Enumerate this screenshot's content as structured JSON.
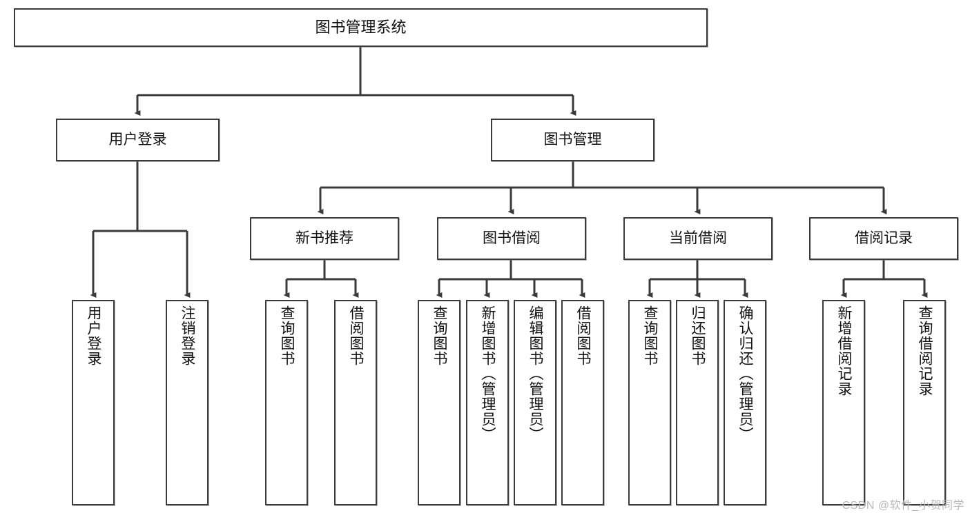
{
  "diagram": {
    "title": "图书管理系统",
    "type": "tree",
    "orientation": "top-down",
    "line_color": "#3a3a3a",
    "box_fill": "#ffffff",
    "text_color": "#111111"
  },
  "watermark": {
    "text": "CSDN @软件_小贺同学",
    "color": "#b8b8b8"
  },
  "nodes": {
    "root": {
      "label": "图书管理系统"
    },
    "level1": [
      {
        "id": "user-login",
        "label": "用户登录"
      },
      {
        "id": "book-manage",
        "label": "图书管理"
      }
    ],
    "level2": [
      {
        "id": "new-book-recommend",
        "label": "新书推荐"
      },
      {
        "id": "book-borrow",
        "label": "图书借阅"
      },
      {
        "id": "current-borrow",
        "label": "当前借阅"
      },
      {
        "id": "borrow-record",
        "label": "借阅记录"
      }
    ],
    "leaves": {
      "user_login": [
        {
          "id": "leaf-user-login",
          "label": "用户登录"
        },
        {
          "id": "leaf-logout-login",
          "label": "注销登录"
        }
      ],
      "new_book_recommend": [
        {
          "id": "leaf-query-book-1",
          "label": "查询图书"
        },
        {
          "id": "leaf-borrow-book-1",
          "label": "借阅图书"
        }
      ],
      "book_borrow": [
        {
          "id": "leaf-query-book-2",
          "label": "查询图书"
        },
        {
          "id": "leaf-add-book-admin",
          "label": "新增图书（管理员）"
        },
        {
          "id": "leaf-edit-book-admin",
          "label": "编辑图书（管理员）"
        },
        {
          "id": "leaf-borrow-book-2",
          "label": "借阅图书"
        }
      ],
      "current_borrow": [
        {
          "id": "leaf-query-book-3",
          "label": "查询图书"
        },
        {
          "id": "leaf-return-book",
          "label": "归还图书"
        },
        {
          "id": "leaf-confirm-return-admin",
          "label": "确认归还（管理员）"
        }
      ],
      "borrow_record": [
        {
          "id": "leaf-add-borrow-record",
          "label": "新增借阅记录"
        },
        {
          "id": "leaf-query-borrow-record",
          "label": "查询借阅记录"
        }
      ]
    }
  }
}
